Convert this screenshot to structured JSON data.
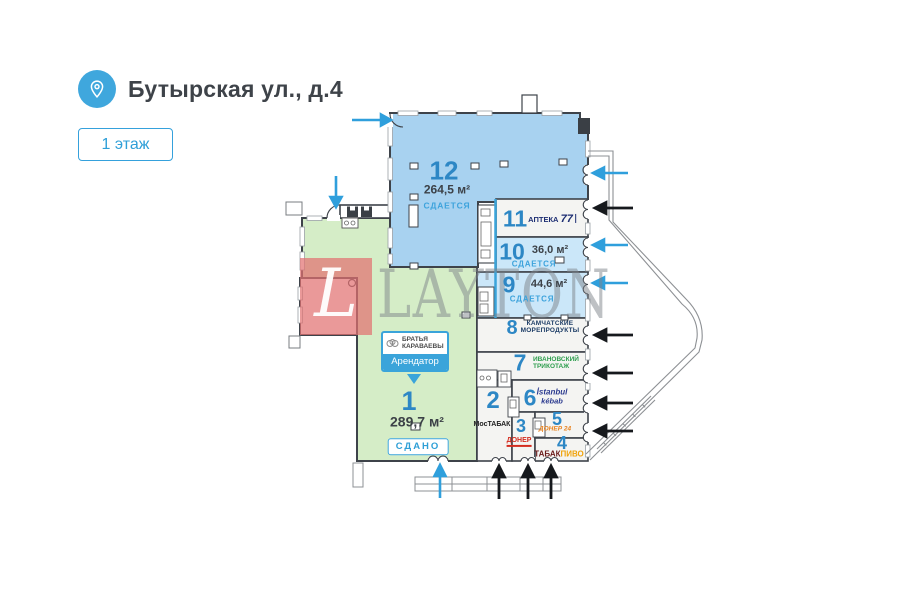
{
  "header": {
    "address": "Бутырская ул., д.4",
    "floor_label": "1 этаж"
  },
  "watermark": {
    "logo_letter": "L",
    "brand": "LAYTON"
  },
  "units": [
    {
      "number": "12",
      "area": "264,5 м²",
      "status": "СДАЕТСЯ"
    },
    {
      "number": "11",
      "brand": "АПТЕКА",
      "brand_suffix": "77"
    },
    {
      "number": "10",
      "area": "36,0 м²",
      "status": "СДАЕТСЯ"
    },
    {
      "number": "9",
      "area": "44,6 м²",
      "status": "СДАЕТСЯ"
    },
    {
      "number": "8",
      "brand_line1": "КАМЧАТСКИЕ",
      "brand_line2": "МОРЕПРОДУКТЫ"
    },
    {
      "number": "7",
      "brand_line1": "ИВАНОВСКИЙ",
      "brand_line2": "ТРИКОТАЖ"
    },
    {
      "number": "6",
      "brand_line1": "İstanbul",
      "brand_line2": "kébab"
    },
    {
      "number": "5",
      "brand": "ДОНЕР 24"
    },
    {
      "number": "4",
      "brand_part1": "ТАБАК",
      "brand_part2": "ПИВО"
    },
    {
      "number": "3",
      "brand": "ДОНЕР"
    },
    {
      "number": "2",
      "brand": "МосТАБАК"
    },
    {
      "number": "1",
      "area": "289,7 м²",
      "status": "СДАНО",
      "tenant": {
        "line1": "БРАТЬЯ",
        "line2": "КАРАВАЕВЫ",
        "role": "Арендатор"
      }
    }
  ],
  "colors": {
    "accent": "#3aa4da",
    "vacant_large": "#a8d2f0",
    "vacant_small": "#cbe7f9",
    "leased_green": "#d5edc7",
    "watermark_red": "#e98080"
  }
}
